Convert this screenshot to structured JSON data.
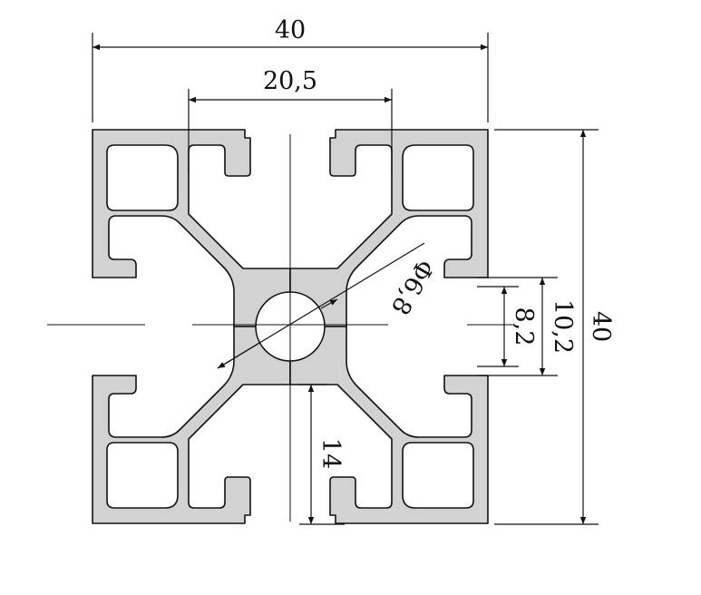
{
  "drawing": {
    "profile_fill": "#d2d2d2",
    "line_color": "#111111",
    "dimensions": {
      "overall_width": "40",
      "slot_spacing": "20,5",
      "overall_height": "40",
      "slot_height_outer": "10,2",
      "slot_opening": "8,2",
      "core_offset": "14",
      "bore_diameter": "Φ6,8"
    }
  }
}
